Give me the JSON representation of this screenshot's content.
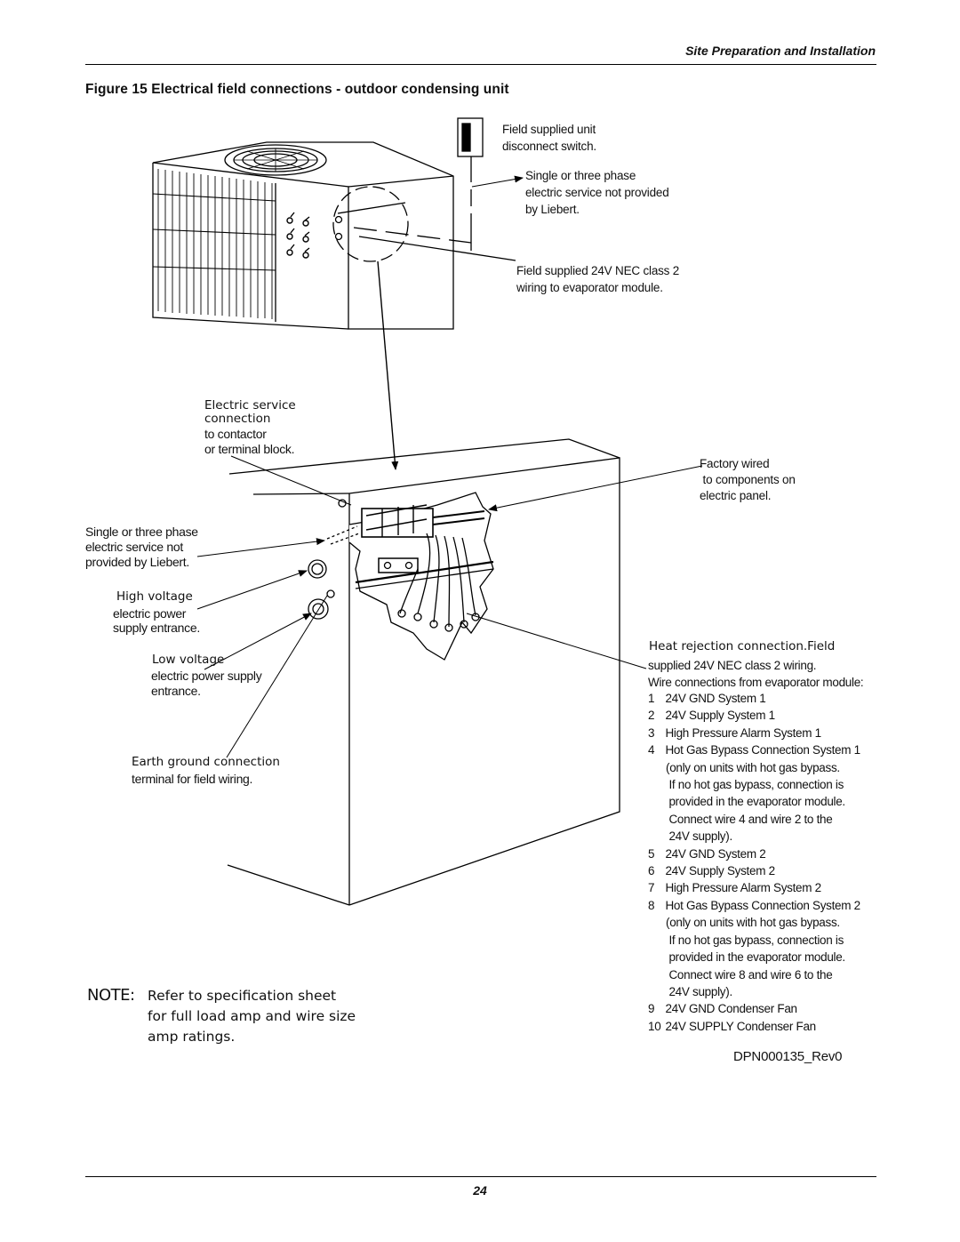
{
  "header": {
    "section_title": "Site Preparation and Installation"
  },
  "figure": {
    "title": "Figure 15  Electrical field connections - outdoor condensing unit"
  },
  "callouts": {
    "disconnect": [
      "Field supplied unit",
      "disconnect switch."
    ],
    "service_top": [
      "Single or three phase",
      "electric service not provided",
      "by Liebert."
    ],
    "wiring_top": [
      "Field supplied 24V NEC class 2",
      "wiring to evaporator module."
    ],
    "electric_service": [
      "Electric service",
      "connection",
      "to contactor",
      "or terminal block."
    ],
    "factory": [
      "Factory wired",
      " to components on",
      "electric panel."
    ],
    "service_left": [
      "Single or three phase",
      "electric service not",
      "provided by Liebert."
    ],
    "high_voltage": [
      "High voltage",
      "electric power",
      "supply entrance."
    ],
    "low_voltage": [
      "Low voltage",
      "electric power supply",
      "entrance."
    ],
    "earth": [
      "Earth ground connection",
      "terminal for field wiring."
    ],
    "heat_rejection": [
      "Heat rejection connection.Field",
      "supplied 24V NEC class 2 wiring.",
      "Wire connections from evaporator module:"
    ]
  },
  "wire_list": [
    {
      "num": "1",
      "text": " 24V GND System 1",
      "cont": []
    },
    {
      "num": "2",
      "text": " 24V Supply System 1",
      "cont": []
    },
    {
      "num": "3",
      "text": " High Pressure Alarm System 1",
      "cont": []
    },
    {
      "num": "4",
      "text": " Hot Gas Bypass Connection System 1",
      "cont": [
        "(only on units with hot gas bypass.",
        " If no hot gas bypass, connection is",
        " provided in the evaporator module.",
        " Connect wire 4 and wire 2 to the",
        " 24V supply)."
      ]
    },
    {
      "num": "5",
      "text": " 24V GND System 2",
      "cont": []
    },
    {
      "num": "6",
      "text": " 24V Supply System 2",
      "cont": []
    },
    {
      "num": "7",
      "text": " High Pressure Alarm System 2",
      "cont": []
    },
    {
      "num": "8",
      "text": " Hot Gas Bypass Connection System 2",
      "cont": [
        "(only on units with hot gas bypass.",
        " If no hot gas bypass, connection is",
        " provided in the evaporator module.",
        " Connect wire 8 and wire 6 to the",
        " 24V supply)."
      ]
    },
    {
      "num": "9",
      "text": " 24V GND Condenser Fan",
      "cont": []
    },
    {
      "num": "10",
      "text": " 24V SUPPLY Condenser Fan",
      "cont": []
    }
  ],
  "note": {
    "label": "NOTE:",
    "lines": [
      "Refer to specification sheet",
      "for full load amp and wire size",
      "amp ratings."
    ]
  },
  "doc_number": "DPN000135_Rev0",
  "page_number": "24"
}
